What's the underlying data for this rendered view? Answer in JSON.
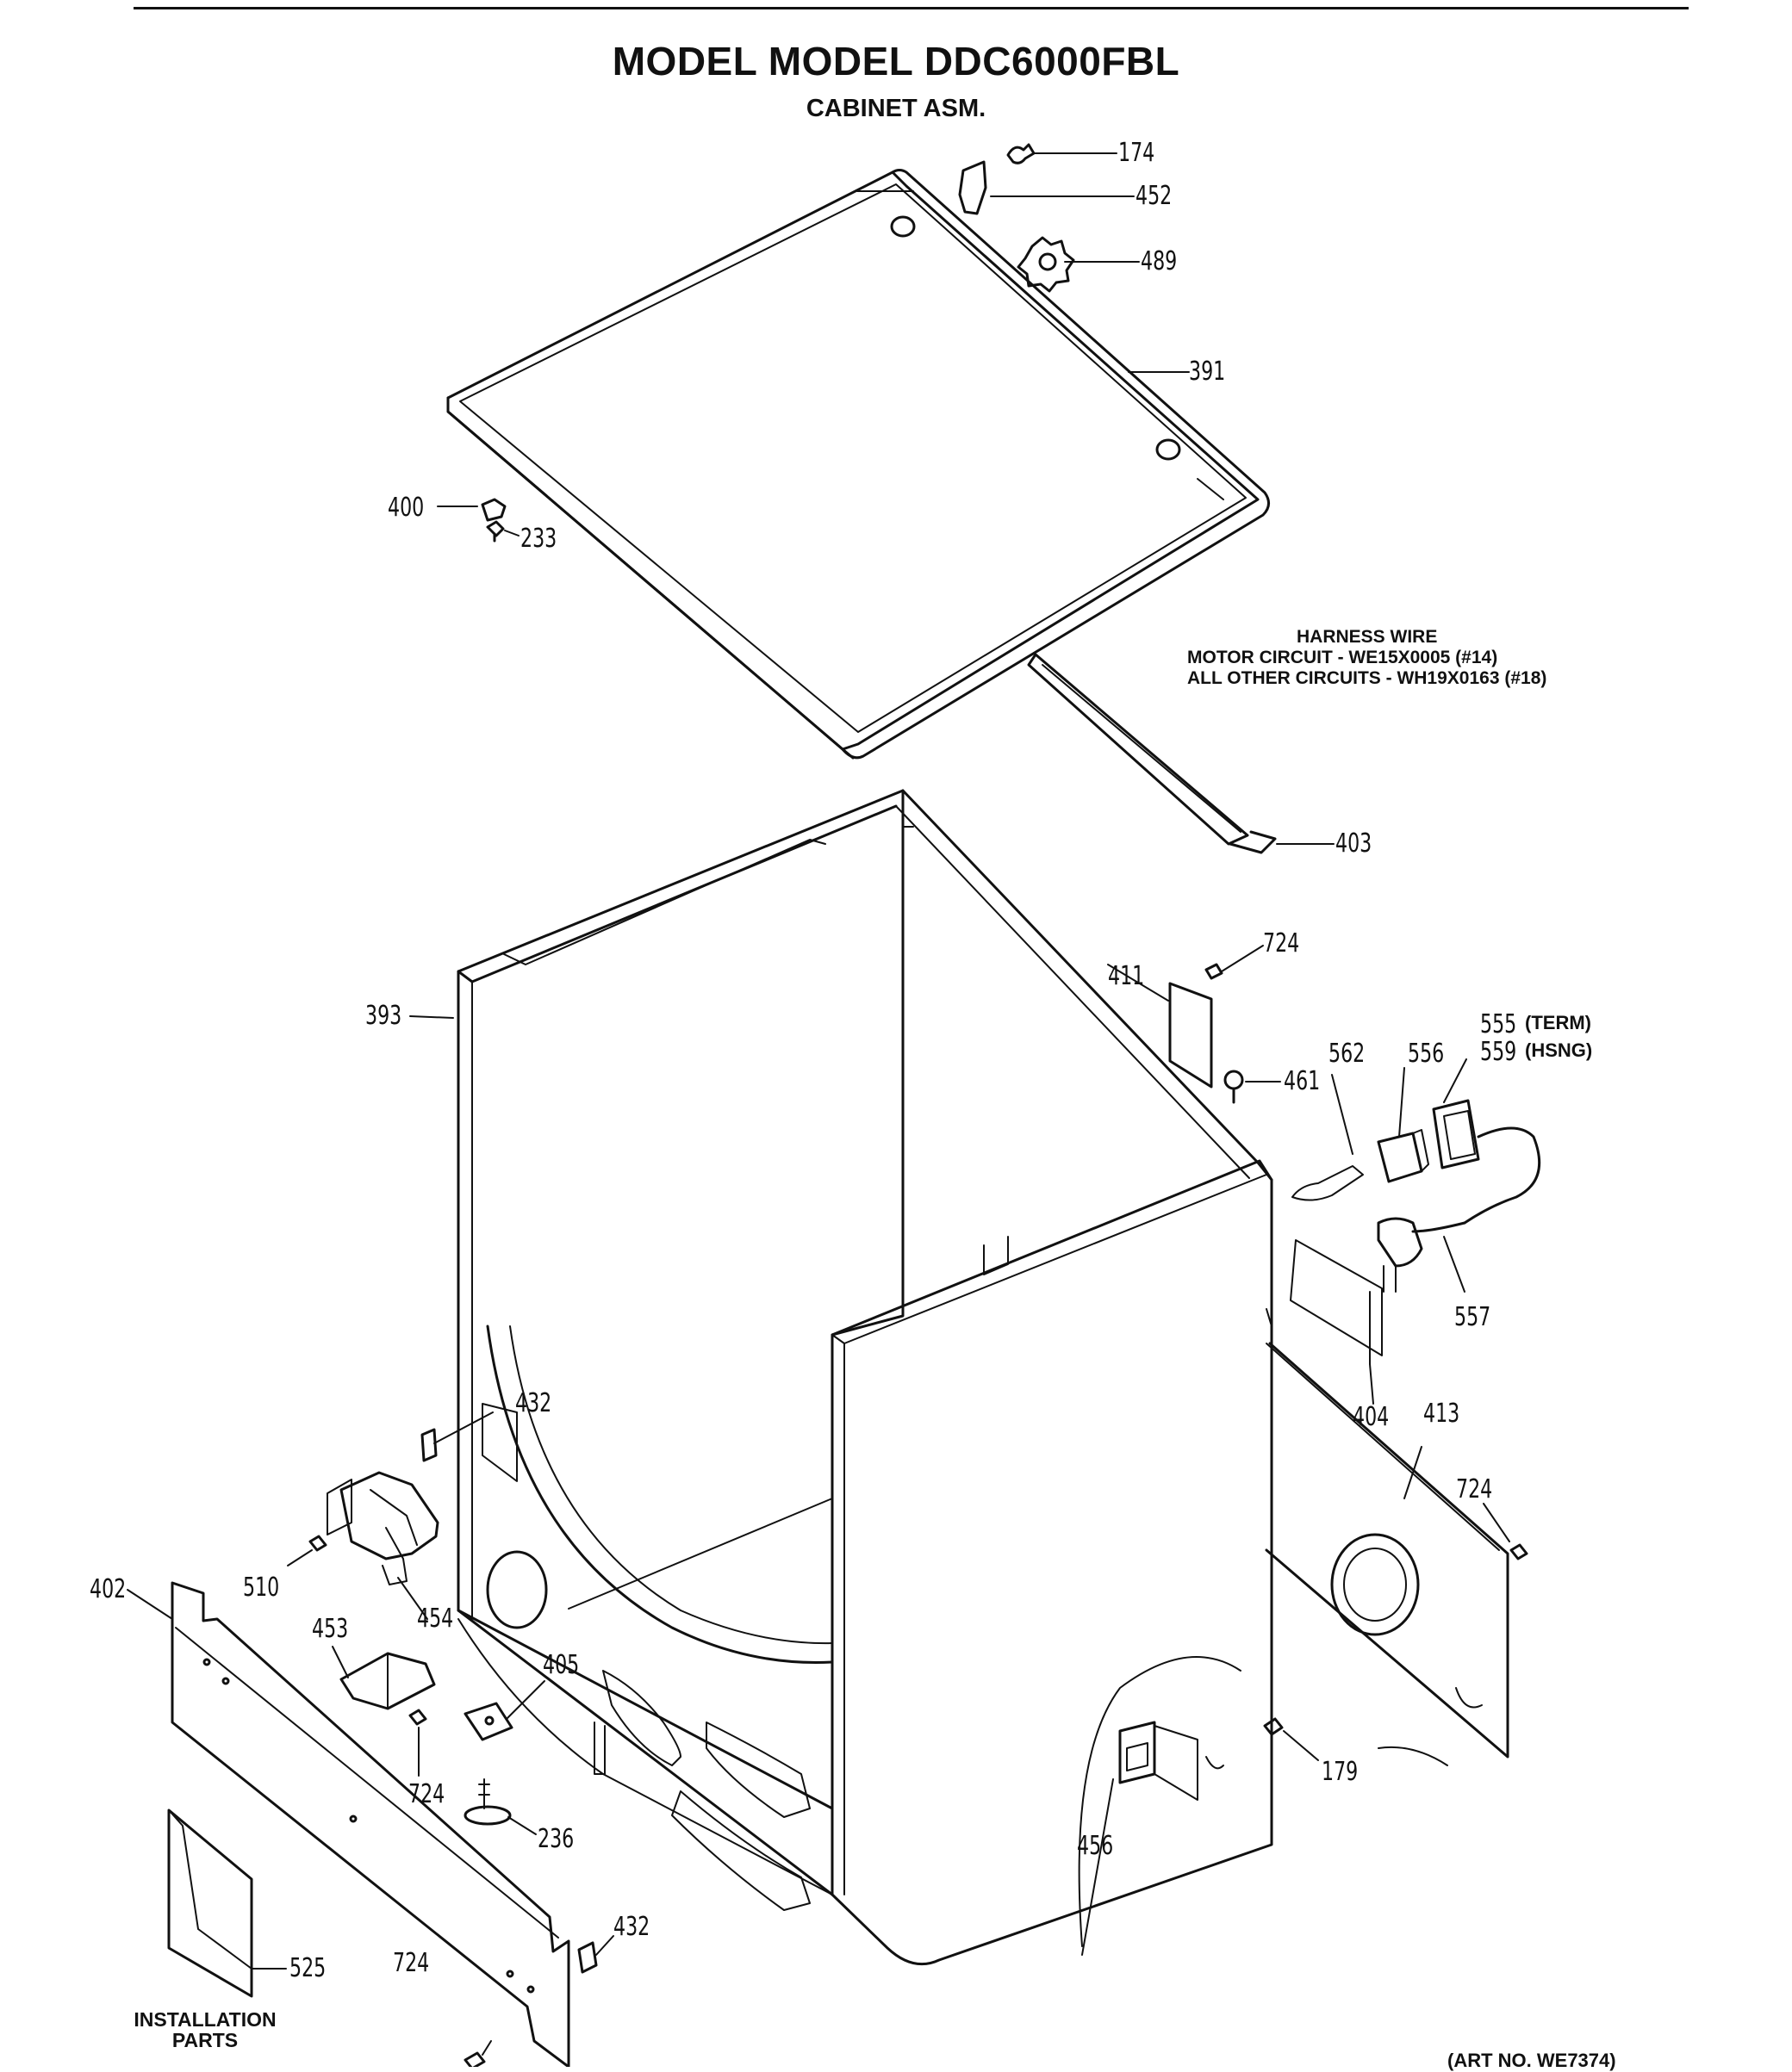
{
  "title": "MODEL MODEL DDC6000FBL",
  "subtitle": "CABINET ASM.",
  "harness_note": {
    "heading": "HARNESS WIRE",
    "line1": "MOTOR CIRCUIT - WE15X0005 (#14)",
    "line2": "ALL OTHER CIRCUITS - WH19X0163 (#18)"
  },
  "callouts": {
    "p174": "174",
    "p452": "452",
    "p489": "489",
    "p391": "391",
    "p400": "400",
    "p233": "233",
    "p403": "403",
    "p724a": "724",
    "p411": "411",
    "p393": "393",
    "p461": "461",
    "p562": "562",
    "p556": "556",
    "p555": "555",
    "p555_note": "(TERM)",
    "p559": "559",
    "p559_note": "(HSNG)",
    "p557": "557",
    "p404": "404",
    "p413": "413",
    "p724b": "724",
    "p432a": "432",
    "p510": "510",
    "p454": "454",
    "p402": "402",
    "p453": "453",
    "p405": "405",
    "p724c": "724",
    "p236": "236",
    "p179": "179",
    "p456": "456",
    "p432b": "432",
    "p525": "525",
    "p724d": "724"
  },
  "installation_parts": "INSTALLATION PARTS",
  "art_no": "(ART NO. WE7374)"
}
